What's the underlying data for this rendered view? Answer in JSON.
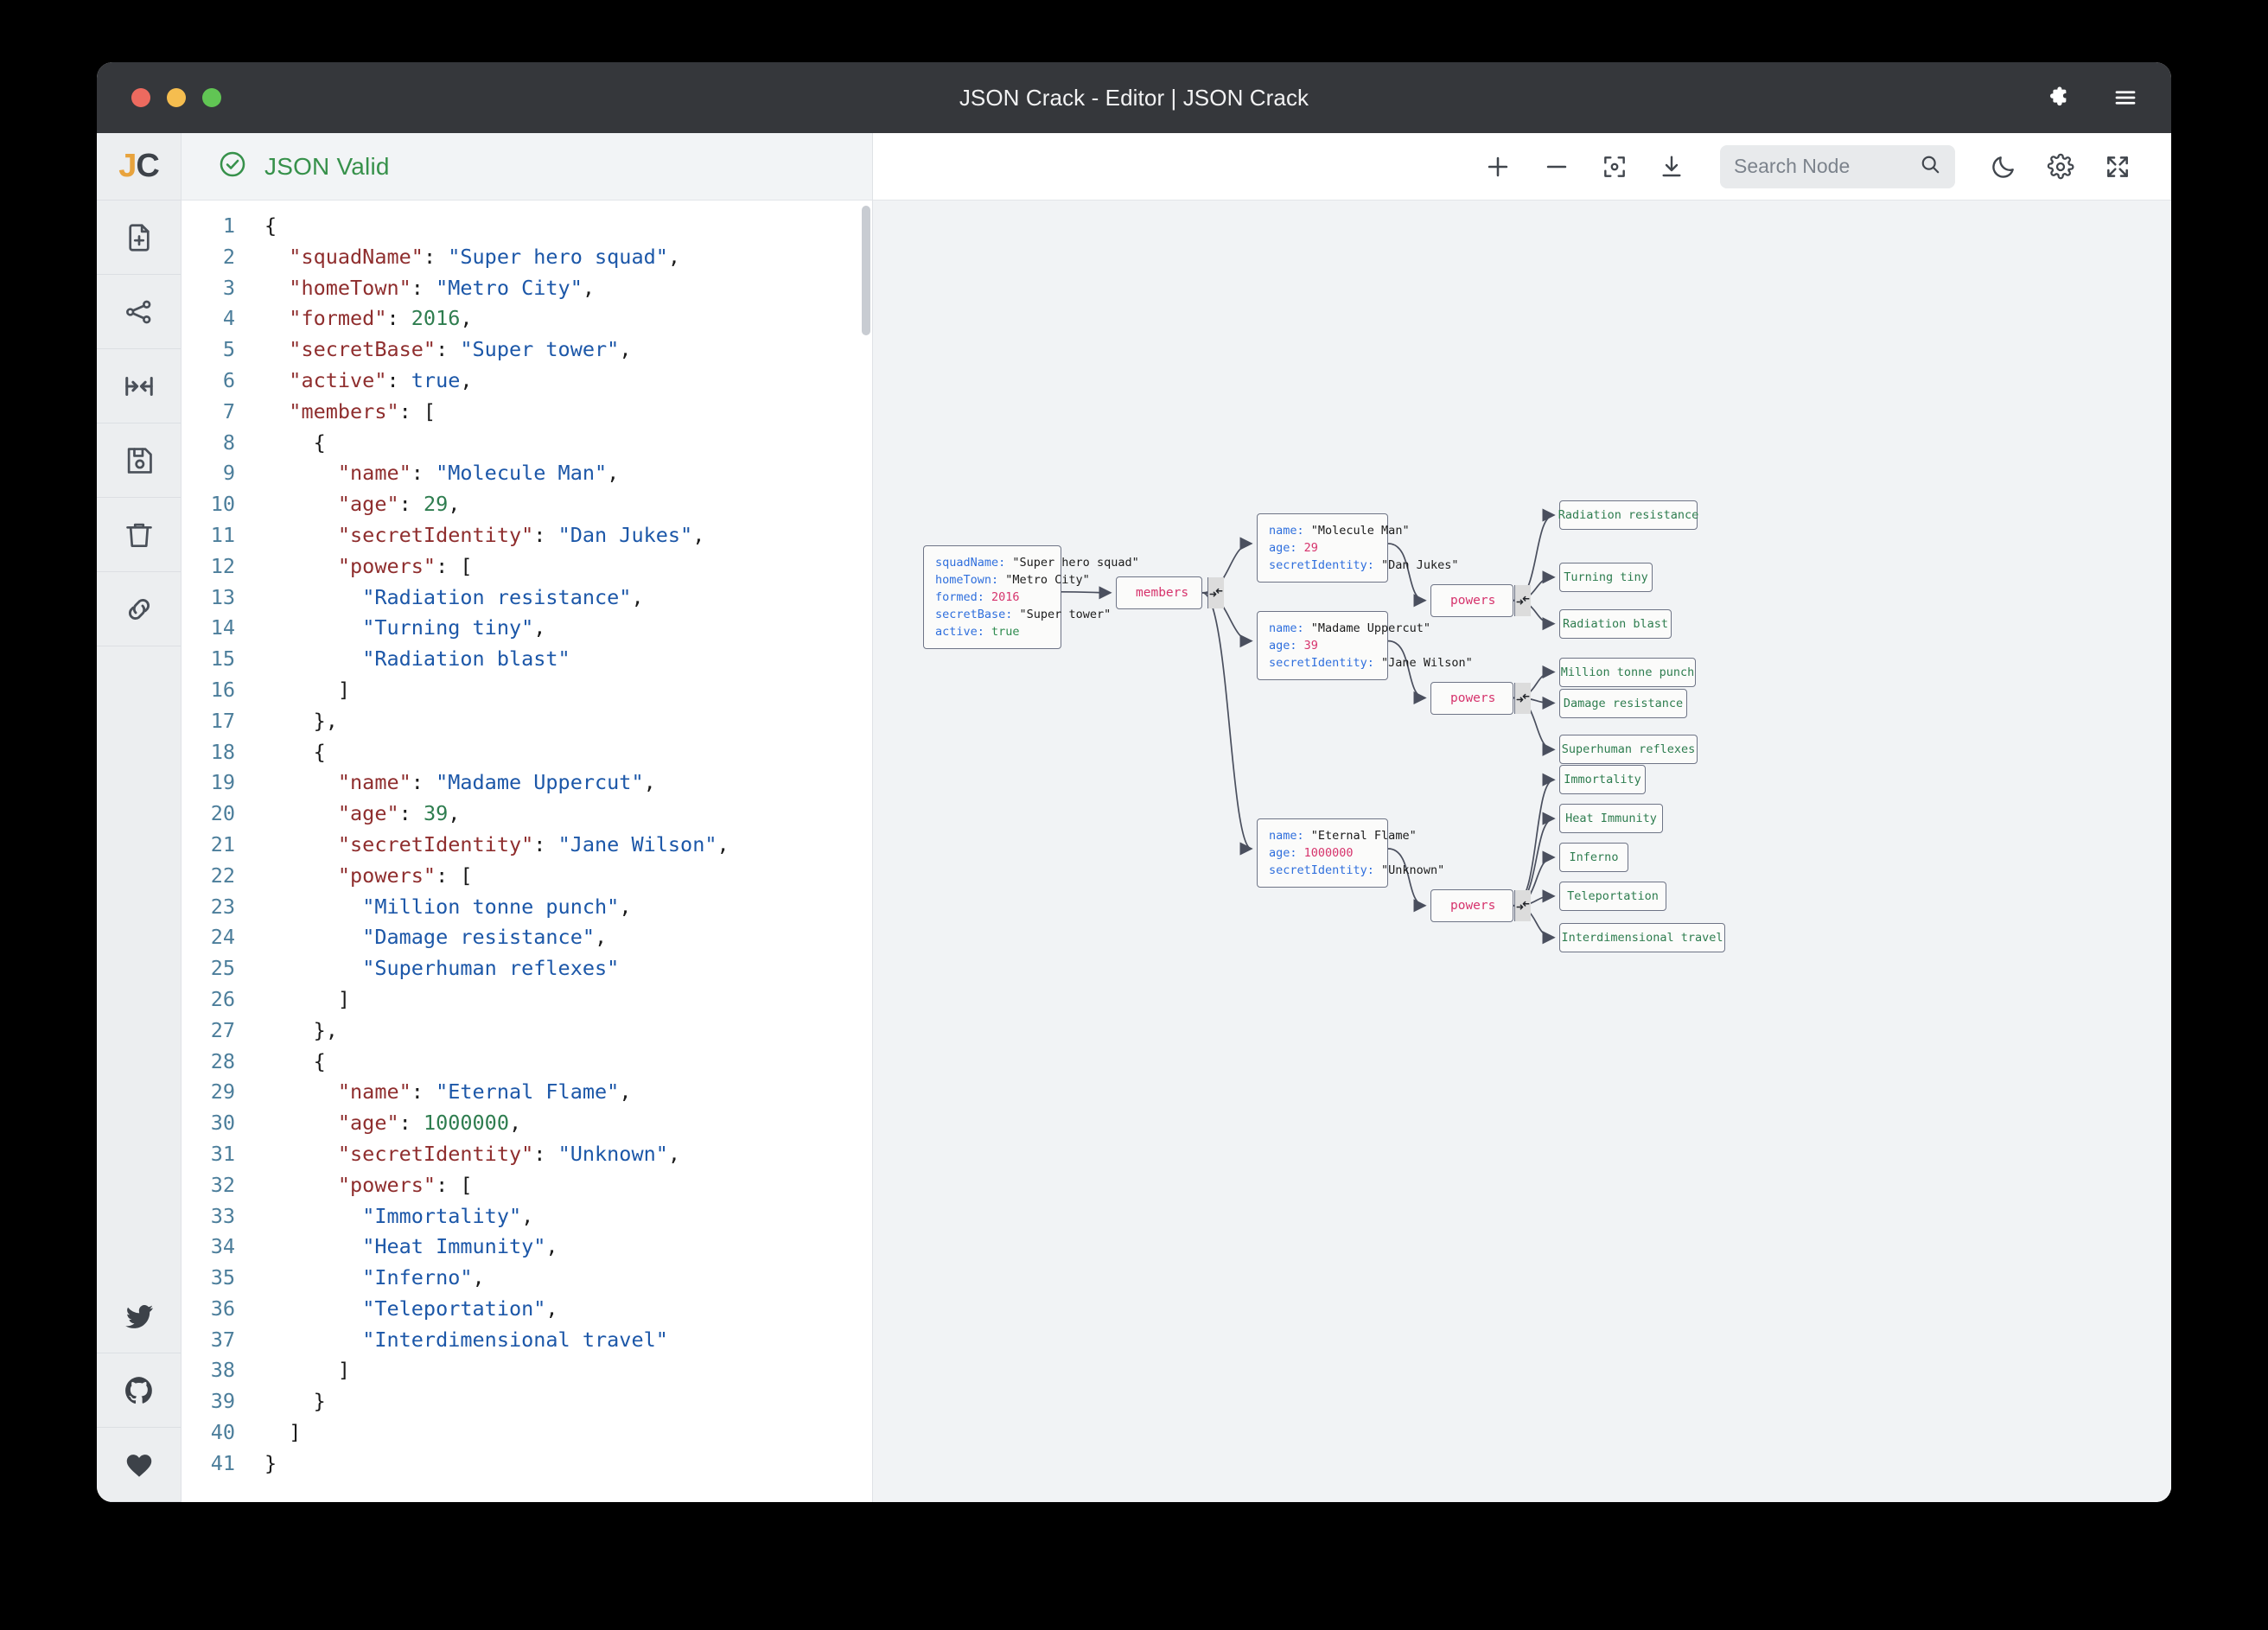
{
  "window": {
    "title": "JSON Crack - Editor | JSON Crack",
    "traffic_lights": [
      "close",
      "minimize",
      "zoom"
    ],
    "right_icons": [
      "puzzle-piece-icon",
      "hamburger-menu-icon"
    ]
  },
  "brand": {
    "logo_j": "J",
    "logo_c": "C"
  },
  "rail": {
    "items": [
      {
        "name": "new-file-icon",
        "label": "New file"
      },
      {
        "name": "share-graph-icon",
        "label": "Share"
      },
      {
        "name": "collapse-horizontal-icon",
        "label": "Collapse"
      },
      {
        "name": "save-icon",
        "label": "Save"
      },
      {
        "name": "trash-icon",
        "label": "Delete"
      },
      {
        "name": "link-icon",
        "label": "Link"
      }
    ],
    "social": [
      {
        "name": "twitter-icon",
        "label": "Twitter"
      },
      {
        "name": "github-icon",
        "label": "GitHub"
      },
      {
        "name": "heart-icon",
        "label": "Sponsor"
      }
    ]
  },
  "editor": {
    "status": "JSON Valid",
    "status_icon": "check-circle-icon",
    "line_count": 41,
    "lines": [
      {
        "n": 1,
        "t": "{"
      },
      {
        "n": 2,
        "t": "  \"squadName\": \"Super hero squad\","
      },
      {
        "n": 3,
        "t": "  \"homeTown\": \"Metro City\","
      },
      {
        "n": 4,
        "t": "  \"formed\": 2016,"
      },
      {
        "n": 5,
        "t": "  \"secretBase\": \"Super tower\","
      },
      {
        "n": 6,
        "t": "  \"active\": true,"
      },
      {
        "n": 7,
        "t": "  \"members\": ["
      },
      {
        "n": 8,
        "t": "    {"
      },
      {
        "n": 9,
        "t": "      \"name\": \"Molecule Man\","
      },
      {
        "n": 10,
        "t": "      \"age\": 29,"
      },
      {
        "n": 11,
        "t": "      \"secretIdentity\": \"Dan Jukes\","
      },
      {
        "n": 12,
        "t": "      \"powers\": ["
      },
      {
        "n": 13,
        "t": "        \"Radiation resistance\","
      },
      {
        "n": 14,
        "t": "        \"Turning tiny\","
      },
      {
        "n": 15,
        "t": "        \"Radiation blast\""
      },
      {
        "n": 16,
        "t": "      ]"
      },
      {
        "n": 17,
        "t": "    },"
      },
      {
        "n": 18,
        "t": "    {"
      },
      {
        "n": 19,
        "t": "      \"name\": \"Madame Uppercut\","
      },
      {
        "n": 20,
        "t": "      \"age\": 39,"
      },
      {
        "n": 21,
        "t": "      \"secretIdentity\": \"Jane Wilson\","
      },
      {
        "n": 22,
        "t": "      \"powers\": ["
      },
      {
        "n": 23,
        "t": "        \"Million tonne punch\","
      },
      {
        "n": 24,
        "t": "        \"Damage resistance\","
      },
      {
        "n": 25,
        "t": "        \"Superhuman reflexes\""
      },
      {
        "n": 26,
        "t": "      ]"
      },
      {
        "n": 27,
        "t": "    },"
      },
      {
        "n": 28,
        "t": "    {"
      },
      {
        "n": 29,
        "t": "      \"name\": \"Eternal Flame\","
      },
      {
        "n": 30,
        "t": "      \"age\": 1000000,"
      },
      {
        "n": 31,
        "t": "      \"secretIdentity\": \"Unknown\","
      },
      {
        "n": 32,
        "t": "      \"powers\": ["
      },
      {
        "n": 33,
        "t": "        \"Immortality\","
      },
      {
        "n": 34,
        "t": "        \"Heat Immunity\","
      },
      {
        "n": 35,
        "t": "        \"Inferno\","
      },
      {
        "n": 36,
        "t": "        \"Teleportation\","
      },
      {
        "n": 37,
        "t": "        \"Interdimensional travel\""
      },
      {
        "n": 38,
        "t": "      ]"
      },
      {
        "n": 39,
        "t": "    }"
      },
      {
        "n": 40,
        "t": "  ]"
      },
      {
        "n": 41,
        "t": "}"
      }
    ]
  },
  "toolbar": {
    "zoom_in": "zoom-in-icon",
    "zoom_out": "zoom-out-icon",
    "center": "center-view-icon",
    "download": "download-icon",
    "search_placeholder": "Search Node",
    "search_value": "",
    "search_icon": "search-icon",
    "dark_mode": "moon-icon",
    "settings": "gear-icon",
    "fullscreen": "fullscreen-icon"
  },
  "graph": {
    "root": {
      "rows": [
        {
          "key": "squadName",
          "value": "\"Super hero squad\"",
          "type": "str"
        },
        {
          "key": "homeTown",
          "value": "\"Metro City\"",
          "type": "str"
        },
        {
          "key": "formed",
          "value": "2016",
          "type": "num"
        },
        {
          "key": "secretBase",
          "value": "\"Super tower\"",
          "type": "str"
        },
        {
          "key": "active",
          "value": "true",
          "type": "bool"
        }
      ]
    },
    "members_label": "members",
    "powers_label": "powers",
    "collapse_icon": "collapse-icon",
    "members": [
      {
        "rows": [
          {
            "key": "name",
            "value": "\"Molecule Man\"",
            "type": "str"
          },
          {
            "key": "age",
            "value": "29",
            "type": "num"
          },
          {
            "key": "secretIdentity",
            "value": "\"Dan Jukes\"",
            "type": "str"
          }
        ],
        "powers": [
          "Radiation resistance",
          "Turning tiny",
          "Radiation blast"
        ]
      },
      {
        "rows": [
          {
            "key": "name",
            "value": "\"Madame Uppercut\"",
            "type": "str"
          },
          {
            "key": "age",
            "value": "39",
            "type": "num"
          },
          {
            "key": "secretIdentity",
            "value": "\"Jane Wilson\"",
            "type": "str"
          }
        ],
        "powers": [
          "Million tonne punch",
          "Damage resistance",
          "Superhuman reflexes"
        ]
      },
      {
        "rows": [
          {
            "key": "name",
            "value": "\"Eternal Flame\"",
            "type": "str"
          },
          {
            "key": "age",
            "value": "1000000",
            "type": "num"
          },
          {
            "key": "secretIdentity",
            "value": "\"Unknown\"",
            "type": "str"
          }
        ],
        "powers": [
          "Immortality",
          "Heat Immunity",
          "Inferno",
          "Teleportation",
          "Interdimensional travel"
        ]
      }
    ]
  },
  "colors": {
    "titlebar": "#35373b",
    "rail": "#eceef0",
    "canvas": "#f1f3f5",
    "valid_green": "#37914b",
    "node_key": "#2f6fdd",
    "node_num": "#d6336c",
    "node_bool": "#2e8b4f",
    "leaf_text": "#2e7d4f",
    "parent_label": "#d6336c",
    "edge": "#4a4f5e",
    "logo_orange": "#e8a33d"
  }
}
